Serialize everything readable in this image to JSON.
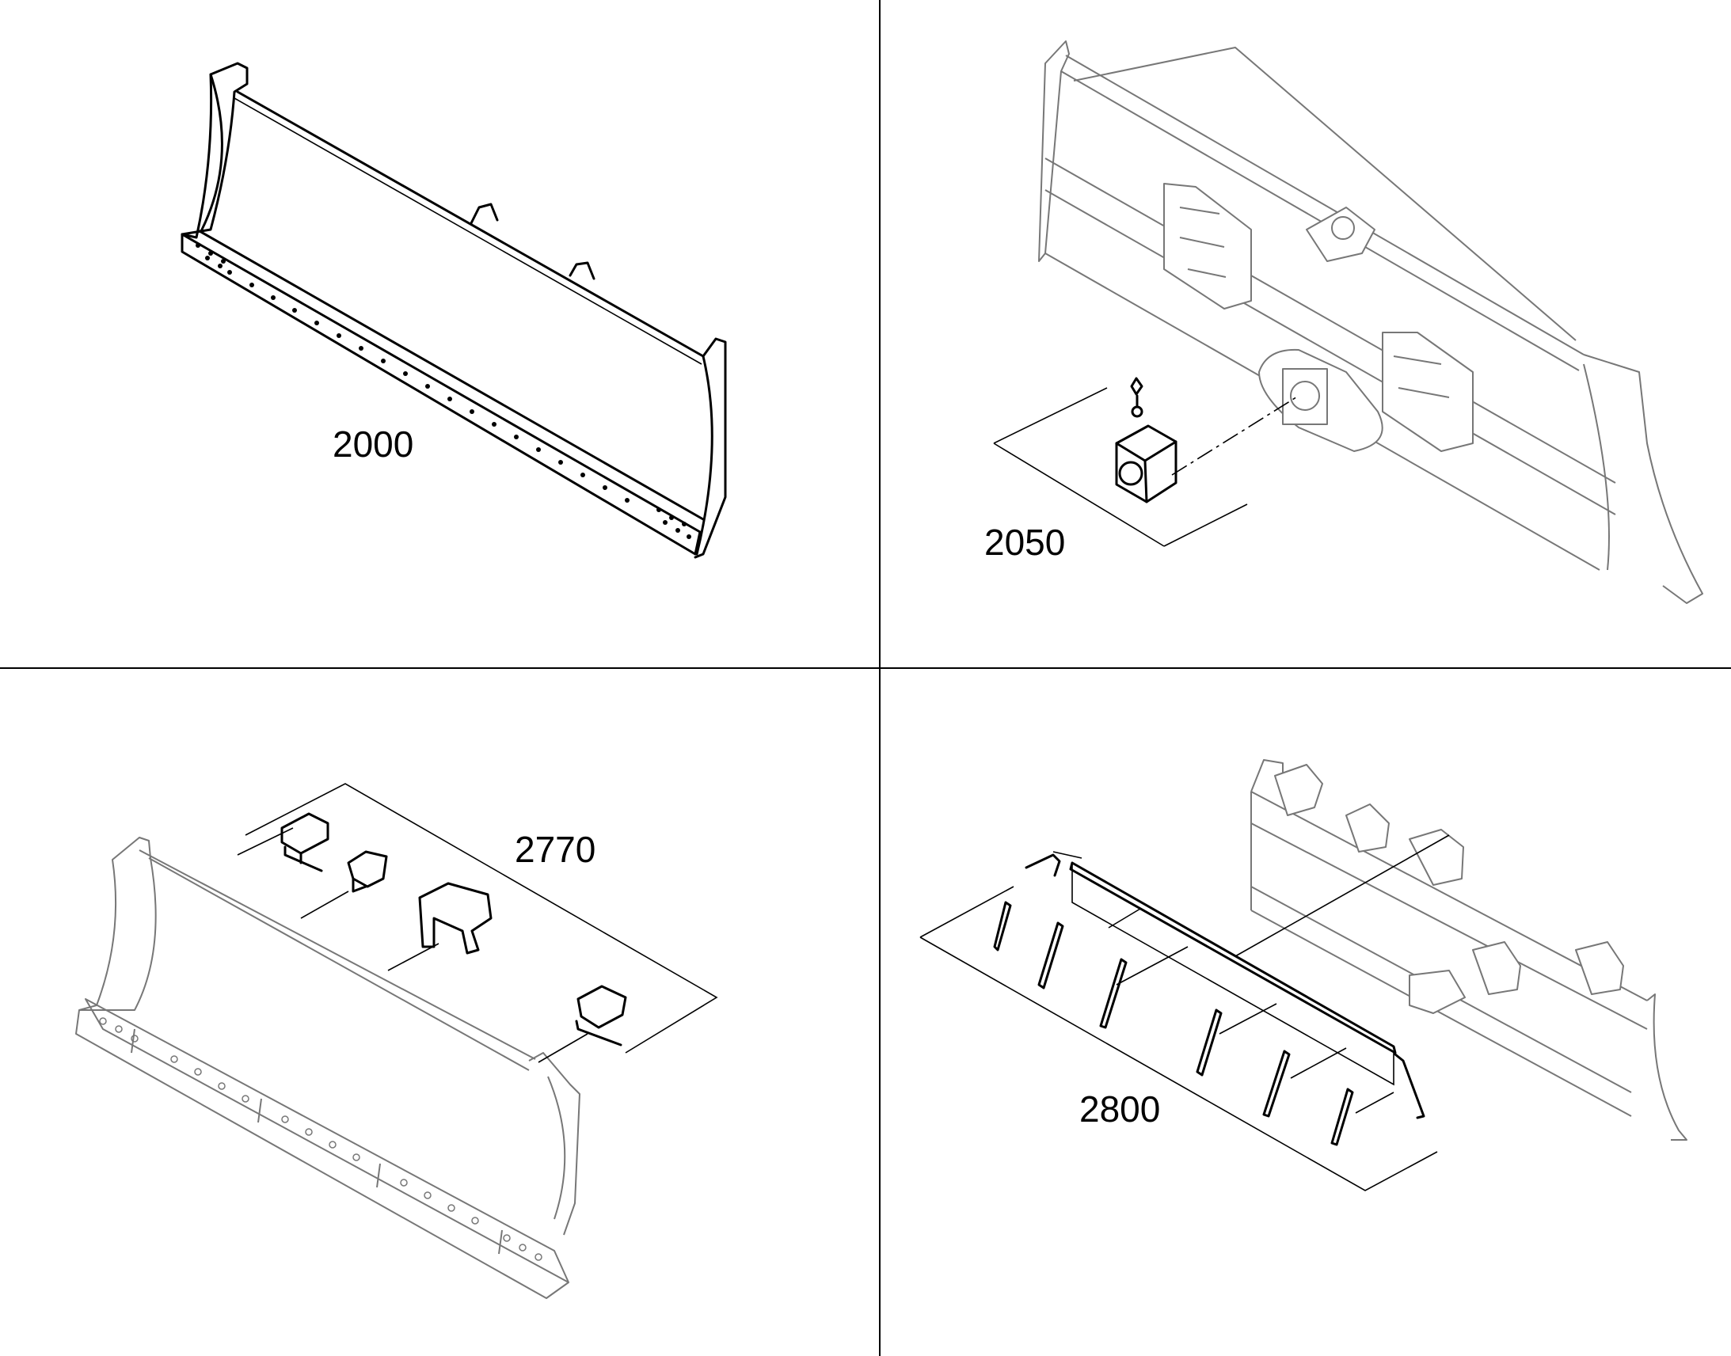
{
  "callouts": {
    "q1": "2000",
    "q2": "2050",
    "q3": "2770",
    "q4": "2800"
  }
}
